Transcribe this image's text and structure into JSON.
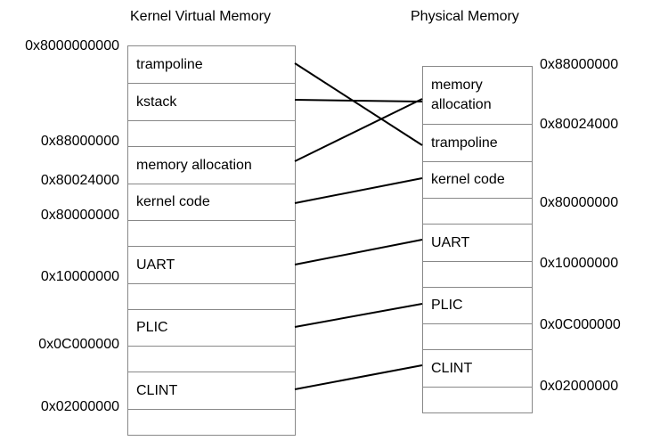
{
  "titles": {
    "kernel": "Kernel Virtual Memory",
    "physical": "Physical Memory"
  },
  "kernel_cells": [
    {
      "label": "trampoline"
    },
    {
      "label": "kstack"
    },
    {
      "label": ""
    },
    {
      "label": "memory allocation"
    },
    {
      "label": "kernel code"
    },
    {
      "label": ""
    },
    {
      "label": "UART"
    },
    {
      "label": ""
    },
    {
      "label": "PLIC"
    },
    {
      "label": ""
    },
    {
      "label": "CLINT"
    },
    {
      "label": ""
    }
  ],
  "physical_cells": [
    {
      "label": "memory allocation"
    },
    {
      "label": "trampoline"
    },
    {
      "label": "kernel code"
    },
    {
      "label": ""
    },
    {
      "label": "UART"
    },
    {
      "label": ""
    },
    {
      "label": "PLIC"
    },
    {
      "label": ""
    },
    {
      "label": "CLINT"
    },
    {
      "label": ""
    }
  ],
  "kernel_addresses": [
    "0x8000000000",
    "0x88000000",
    "0x80024000",
    "0x80000000",
    "0x10000000",
    "0x0C000000",
    "0x02000000"
  ],
  "physical_addresses": [
    "0x88000000",
    "0x80024000",
    "0x80000000",
    "0x10000000",
    "0x0C000000",
    "0x02000000"
  ],
  "mappings": [
    {
      "from": "trampoline",
      "to": "trampoline"
    },
    {
      "from": "kstack",
      "to": "memory allocation"
    },
    {
      "from": "memory allocation",
      "to": "memory allocation"
    },
    {
      "from": "kernel code",
      "to": "kernel code"
    },
    {
      "from": "UART",
      "to": "UART"
    },
    {
      "from": "PLIC",
      "to": "PLIC"
    },
    {
      "from": "CLINT",
      "to": "CLINT"
    }
  ]
}
